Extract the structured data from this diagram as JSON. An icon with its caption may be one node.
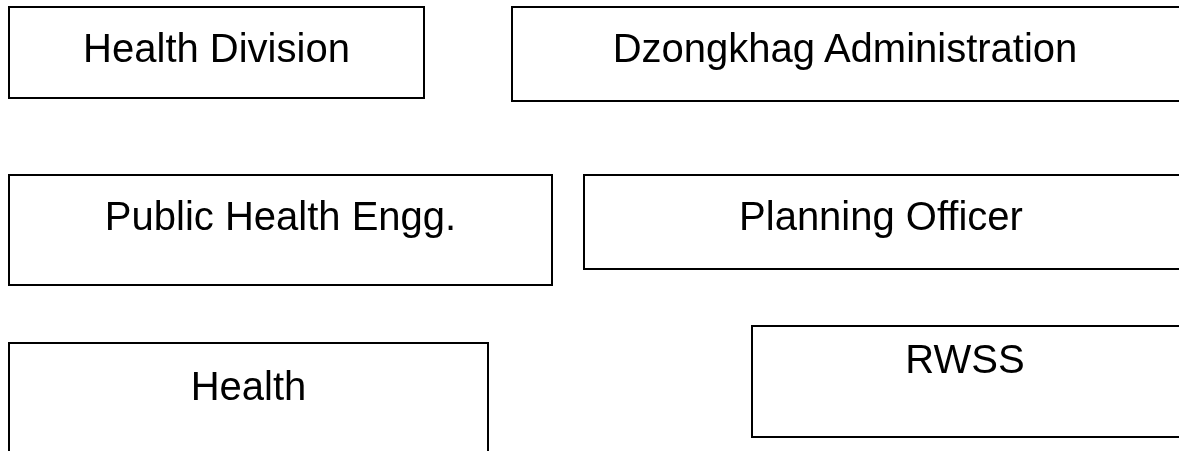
{
  "diagram": {
    "nodes": [
      {
        "text": [
          "Health Division"
        ]
      },
      {
        "text": [
          "Dzongkhag Administration"
        ]
      },
      {
        "text": [
          "Public Health Engg."
        ]
      },
      {
        "text": [
          "Planning Officer"
        ]
      },
      {
        "text": [
          "Health"
        ]
      },
      {
        "text": [
          "RWSS"
        ]
      }
    ],
    "edges": []
  }
}
